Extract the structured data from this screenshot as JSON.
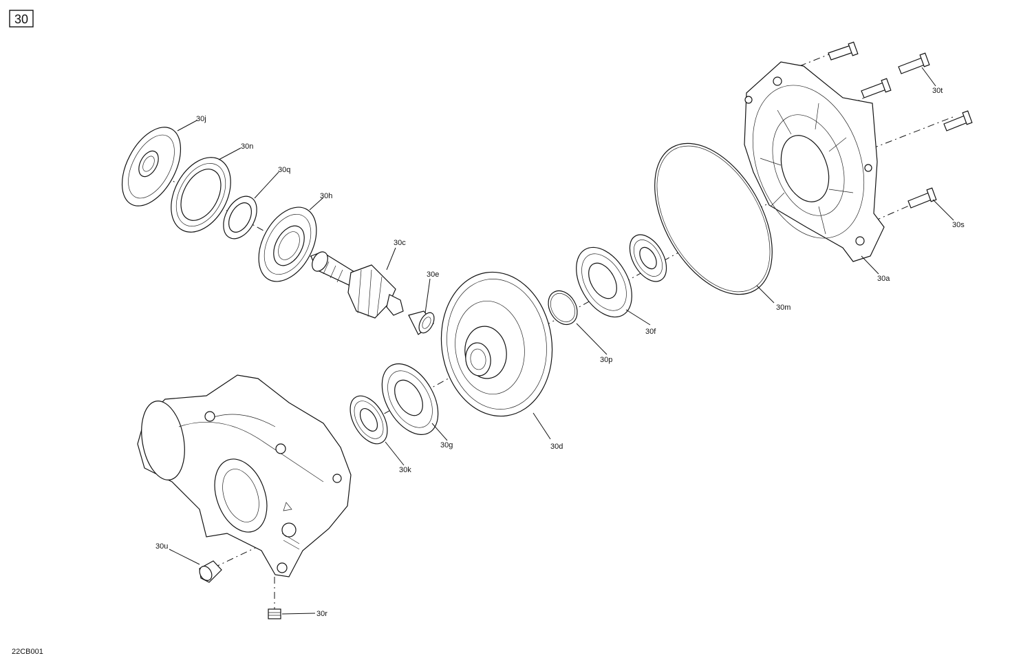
{
  "diagram": {
    "badge": "30",
    "drawing_code": "22CB001",
    "callouts": {
      "a": "30a",
      "c": "30c",
      "d": "30d",
      "e": "30e",
      "f": "30f",
      "g": "30g",
      "h": "30h",
      "j": "30j",
      "k": "30k",
      "m": "30m",
      "n": "30n",
      "p": "30p",
      "q": "30q",
      "r": "30r",
      "s": "30s",
      "t": "30t",
      "u": "30u"
    }
  }
}
